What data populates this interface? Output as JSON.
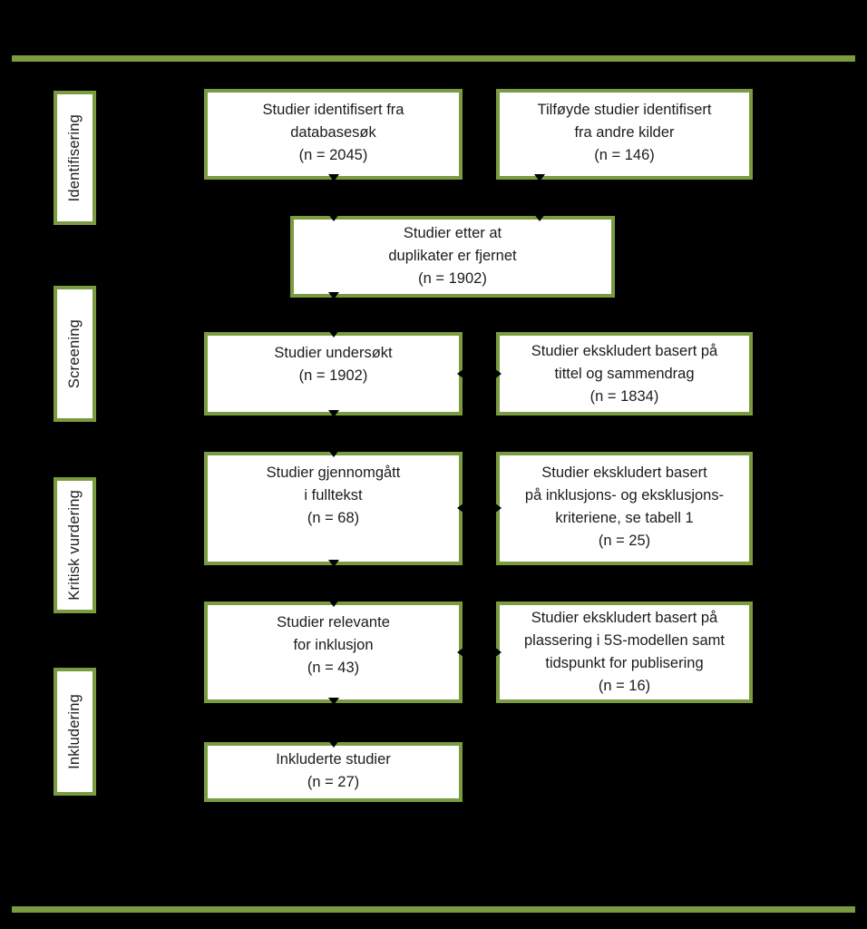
{
  "colors": {
    "background": "#000000",
    "accent_green": "#7a9b40",
    "box_fill": "#ffffff",
    "text": "#1c1c1c",
    "connector": "#000000"
  },
  "stages": {
    "identification": "Identifisering",
    "screening": "Screening",
    "critical_appraisal": "Kritisk vurdering",
    "inclusion": "Inkludering"
  },
  "boxes": {
    "identified_from_databases": "Studier identifisert fra\ndatabasesøk\n(n = 2045)",
    "identified_other_sources": "Tilføyde studier identifisert\nfra andre kilder\n(n = 146)",
    "after_duplicates_removed": "Studier etter at\nduplikater er fjernet\n(n = 1902)",
    "screened": "Studier undersøkt\n(n = 1902)",
    "excluded_title_abstract": "Studier ekskludert basert på\ntittel og sammendrag\n(n = 1834)",
    "fulltext_reviewed": "Studier gjennomgått\ni fulltekst\n(n = 68)",
    "excluded_criteria": "Studier ekskludert basert\npå inklusjons- og eksklusjons-\nkriteriene, se tabell 1\n(n = 25)",
    "relevant_for_inclusion": "Studier relevante\nfor inklusjon\n(n = 43)",
    "excluded_5s_timing": "Studier ekskludert basert på\nplassering i 5S-modellen samt\ntidspunkt for publisering\n(n = 16)",
    "included_studies": "Inkluderte studier\n(n = 27)"
  }
}
